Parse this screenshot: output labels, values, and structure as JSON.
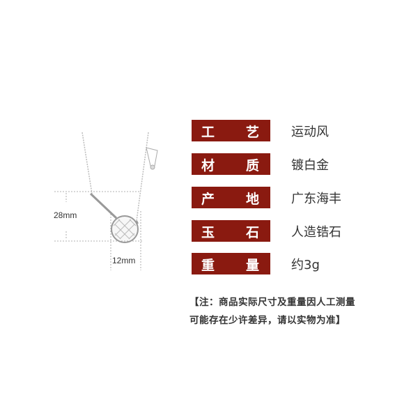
{
  "product_image": {
    "description": "silver badminton racket necklace with shuttlecock charm",
    "dimensions": {
      "height": "28mm",
      "width": "12mm"
    }
  },
  "specs": [
    {
      "label_chars": [
        "工",
        "艺"
      ],
      "value": "运动风"
    },
    {
      "label_chars": [
        "材",
        "质"
      ],
      "value": "镀白金"
    },
    {
      "label_chars": [
        "产",
        "地"
      ],
      "value": "广东海丰"
    },
    {
      "label_chars": [
        "玉",
        "石"
      ],
      "value": "人造锆石"
    },
    {
      "label_chars": [
        "重",
        "量"
      ],
      "value": "约3g"
    }
  ],
  "note": {
    "line1": "【注：商品实际尺寸及重量因人工测量",
    "line2": "可能存在少许差异，请以实物为准】"
  },
  "colors": {
    "label_bg": "#8a1a10",
    "label_text": "#ffffff",
    "value_text": "#333333"
  }
}
